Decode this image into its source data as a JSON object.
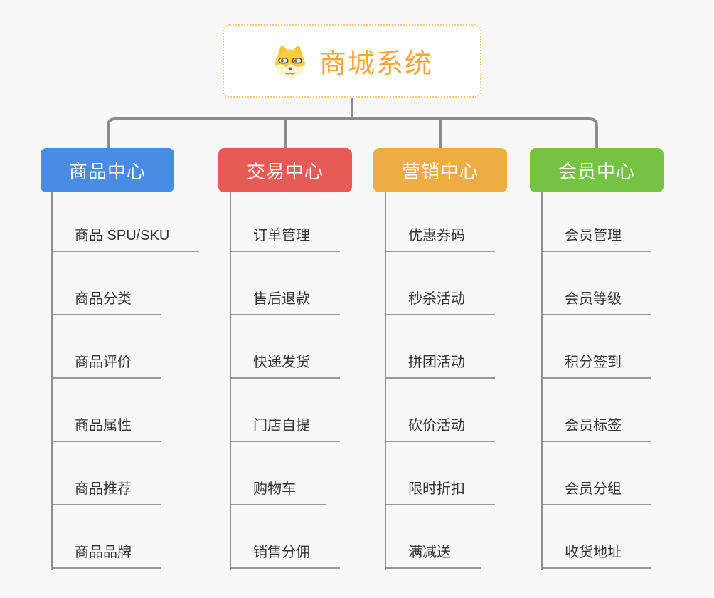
{
  "root": {
    "title": "商城系统",
    "icon": "dog-face-icon",
    "accent_color": "#f0a83c",
    "border_color": "#f5c678"
  },
  "connector_color": "#8c8c8c",
  "underline_color": "#999999",
  "branches": [
    {
      "label": "商品中心",
      "color": "#4a8ce5",
      "children": [
        "商品 SPU/SKU",
        "商品分类",
        "商品评价",
        "商品属性",
        "商品推荐",
        "商品品牌"
      ]
    },
    {
      "label": "交易中心",
      "color": "#e65b55",
      "children": [
        "订单管理",
        "售后退款",
        "快递发货",
        "门店自提",
        "购物车",
        "销售分佣"
      ]
    },
    {
      "label": "营销中心",
      "color": "#edac44",
      "children": [
        "优惠券码",
        "秒杀活动",
        "拼团活动",
        "砍价活动",
        "限时折扣",
        "满减送"
      ]
    },
    {
      "label": "会员中心",
      "color": "#76c343",
      "children": [
        "会员管理",
        "会员等级",
        "积分签到",
        "会员标签",
        "会员分组",
        "收货地址"
      ]
    }
  ]
}
